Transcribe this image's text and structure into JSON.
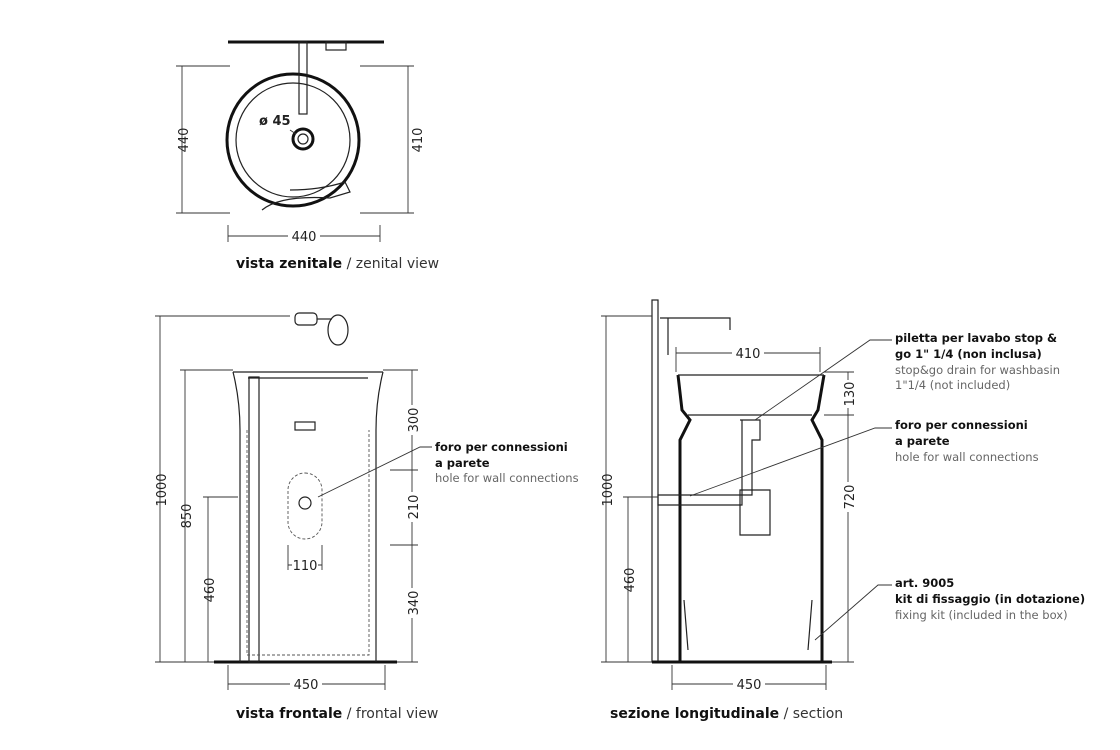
{
  "top_view": {
    "dim_left": "440",
    "dim_right": "410",
    "dim_bottom": "440",
    "drain_label": "ø 45",
    "caption_it": "vista zenitale",
    "caption_en": " / zenital view"
  },
  "front_view": {
    "dim_total": "1000",
    "dim_850": "850",
    "dim_460": "460",
    "dim_300": "300",
    "dim_210": "210",
    "dim_340": "340",
    "dim_110": "110",
    "dim_width": "450",
    "callout": {
      "it1": "foro per connessioni",
      "it2": "a parete",
      "en": "hole for wall connections"
    },
    "caption_it": "vista frontale",
    "caption_en": " / frontal view"
  },
  "section_view": {
    "dim_total": "1000",
    "dim_460": "460",
    "dim_130": "130",
    "dim_720": "720",
    "dim_410": "410",
    "dim_width": "450",
    "callout_drain": {
      "it1": "piletta per lavabo stop &",
      "it2": "go 1\" 1/4 (non inclusa)",
      "en1": "stop&go drain for washbasin",
      "en2": "1\"1/4 (not included)"
    },
    "callout_hole": {
      "it1": "foro per connessioni",
      "it2": "a parete",
      "en": "hole for wall connections"
    },
    "callout_kit": {
      "it1": "art. 9005",
      "it2": "kit di fissaggio (in dotazione)",
      "en": "fixing kit (included in the box)"
    },
    "caption_it": "sezione longitudinale",
    "caption_en": " / section"
  }
}
